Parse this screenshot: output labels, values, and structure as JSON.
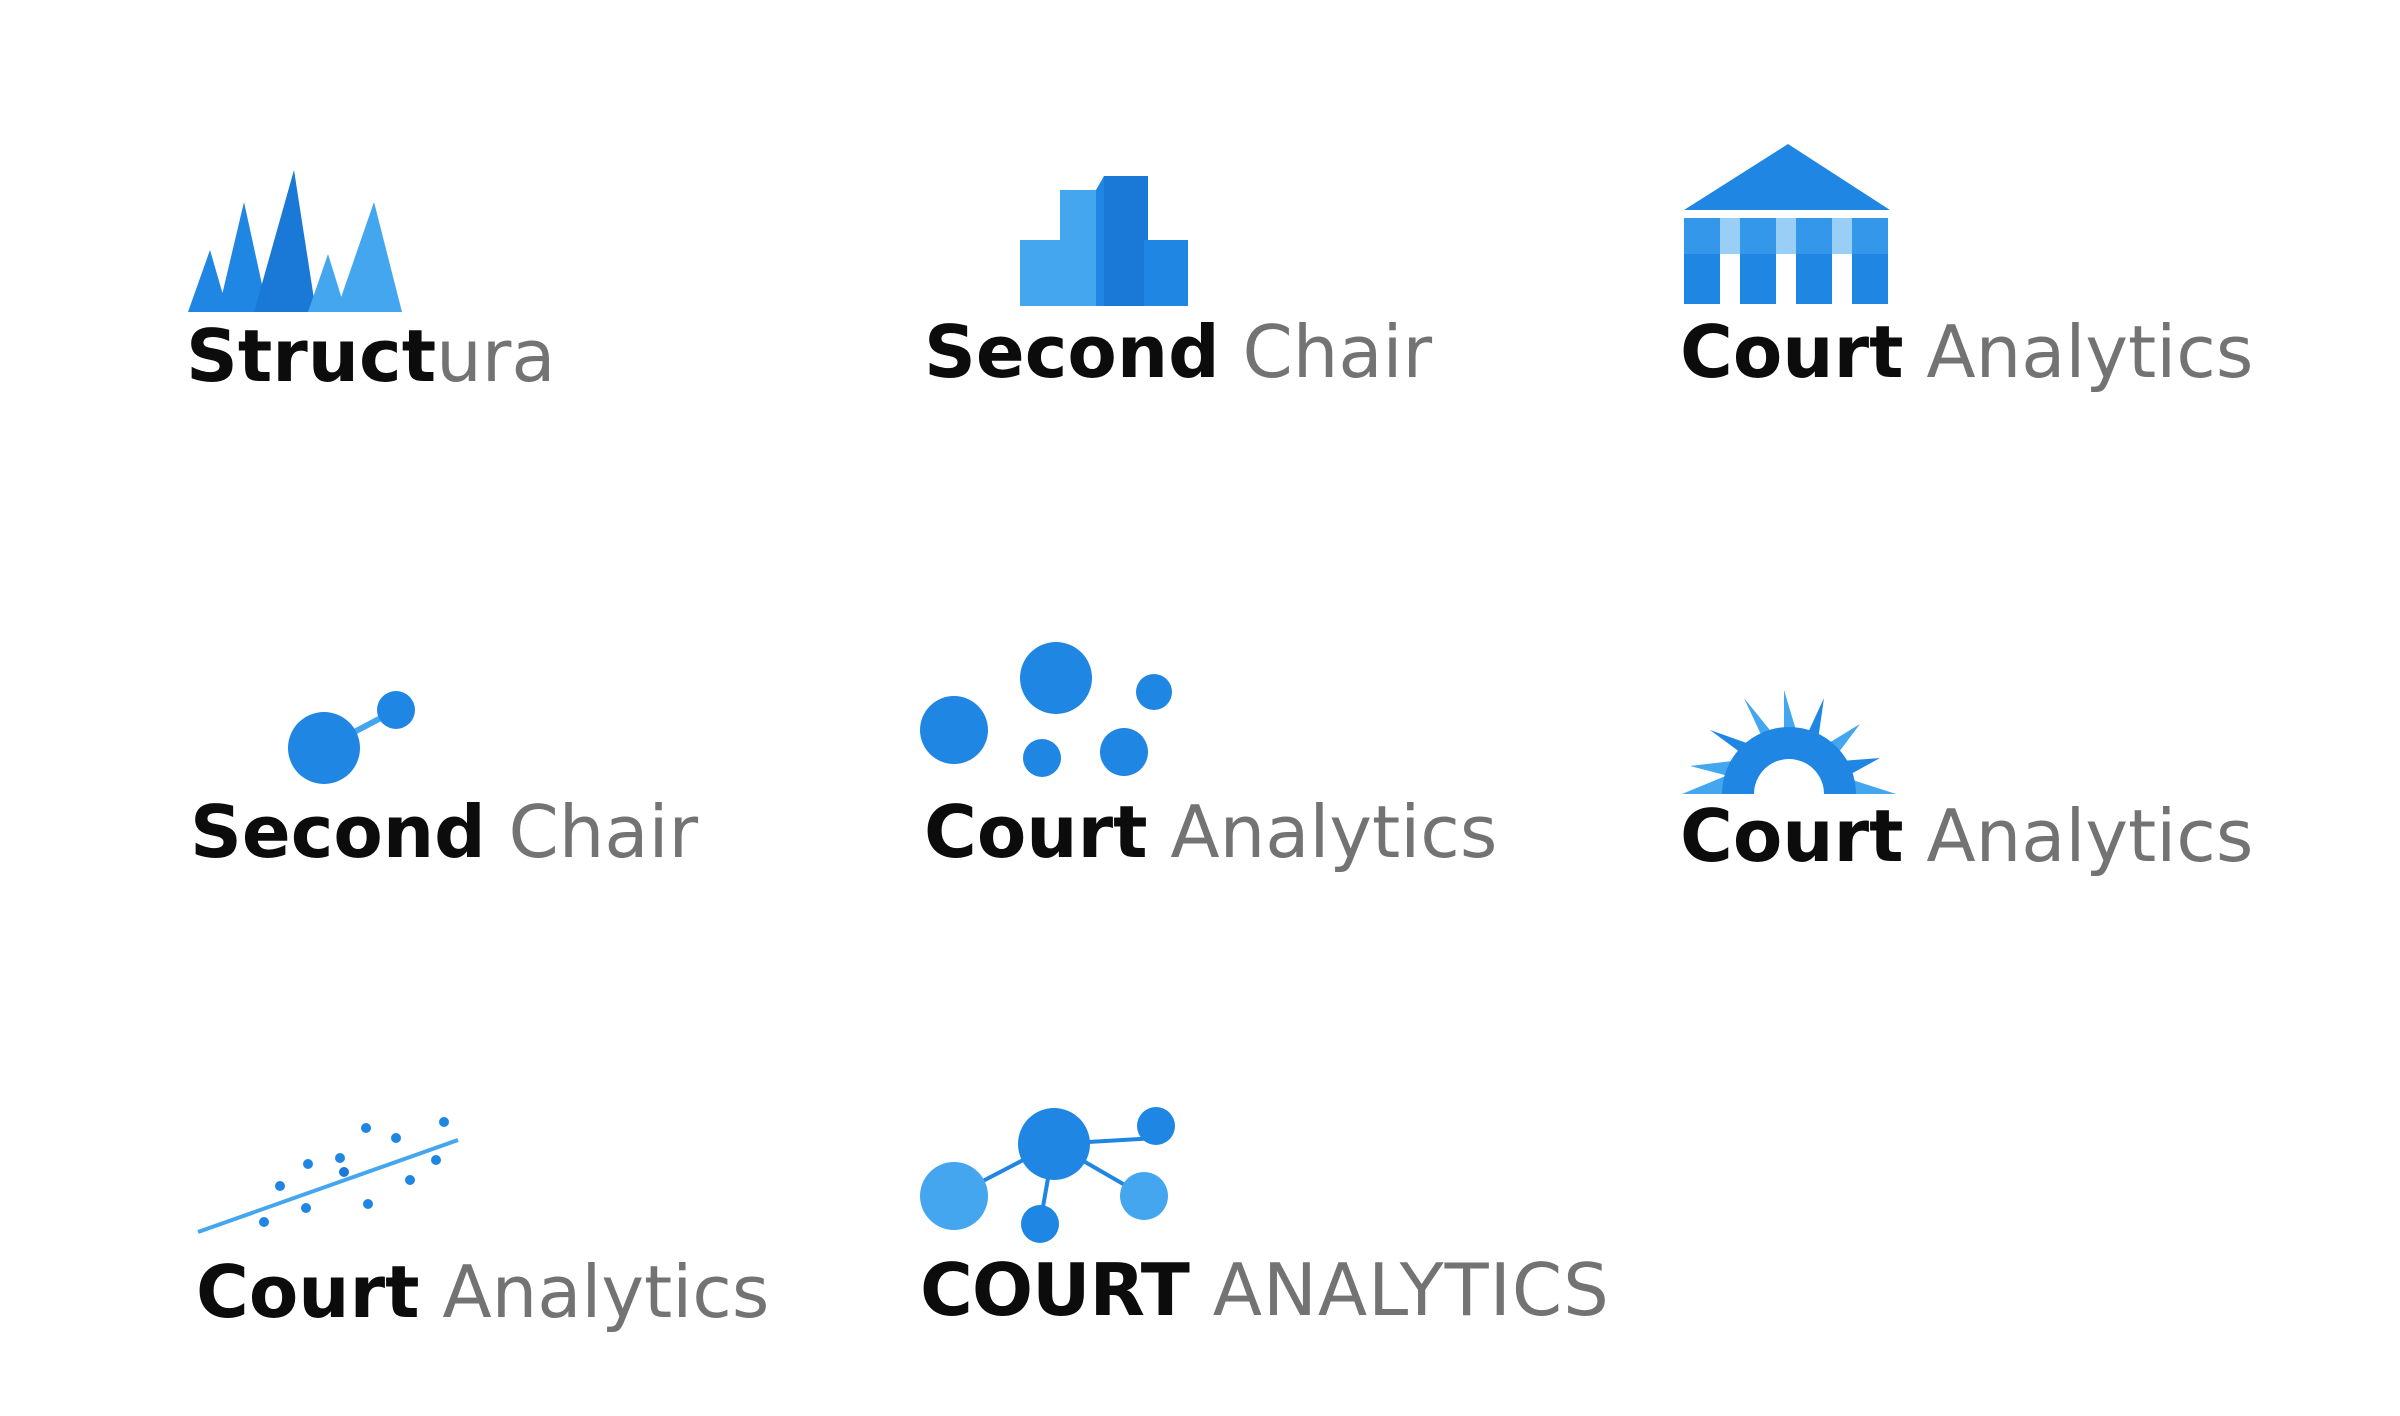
{
  "title": "",
  "colors": {
    "blue": "#1f86e3",
    "blue_dark": "#1a78d6",
    "blue_light": "#45a6f0",
    "text_bold": "#0c0c0c",
    "text_light": "#737373"
  },
  "logos": [
    {
      "mark": "mountain-bars-icon",
      "bold": "Struct",
      "light": "ura"
    },
    {
      "mark": "building-blocks-icon",
      "bold": "Second",
      "light": " Chair"
    },
    {
      "mark": "courthouse-icon",
      "bold": "Court",
      "light": " Analytics"
    },
    {
      "mark": "molecule-icon",
      "bold": "Second",
      "light": " Chair"
    },
    {
      "mark": "scattered-dots-icon",
      "bold": "Court",
      "light": " Analytics"
    },
    {
      "mark": "half-sunburst-icon",
      "bold": "Court",
      "light": " Analytics"
    },
    {
      "mark": "scatter-trendline-icon",
      "bold": "Court",
      "light": " Analytics"
    },
    {
      "mark": "network-nodes-icon",
      "bold": "COURT",
      "light": " ANALYTICS"
    }
  ]
}
